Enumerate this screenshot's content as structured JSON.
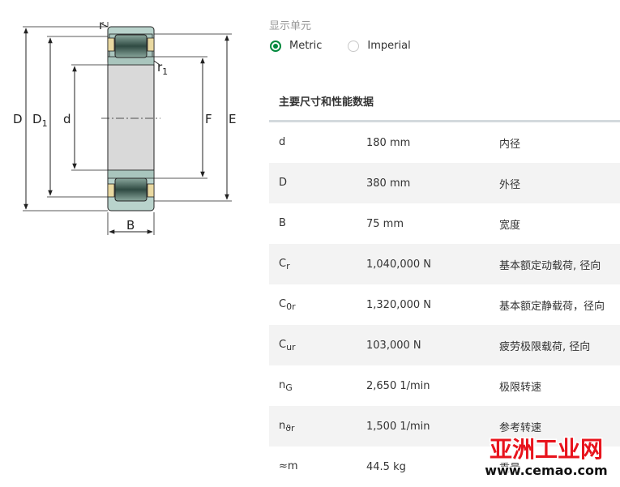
{
  "drawing": {
    "labels": {
      "D": "D",
      "D1_main": "D",
      "D1_sub": "1",
      "d": "d",
      "F": "F",
      "E": "E",
      "B": "B",
      "r": "r",
      "r1_main": "r",
      "r1_sub": "1"
    }
  },
  "units": {
    "title": "显示单元",
    "options": [
      {
        "label": "Metric",
        "selected": true
      },
      {
        "label": "Imperial",
        "selected": false
      }
    ]
  },
  "specs": {
    "title": "主要尺寸和性能数据",
    "rows": [
      {
        "sym_main": "d",
        "sym_sub": "",
        "value": "180 mm",
        "desc": "内径"
      },
      {
        "sym_main": "D",
        "sym_sub": "",
        "value": "380 mm",
        "desc": "外径"
      },
      {
        "sym_main": "B",
        "sym_sub": "",
        "value": "75 mm",
        "desc": "宽度"
      },
      {
        "sym_main": "C",
        "sym_sub": "r",
        "value": "1,040,000 N",
        "desc": "基本额定动载荷, 径向"
      },
      {
        "sym_main": "C",
        "sym_sub": "0r",
        "value": "1,320,000 N",
        "desc": "基本额定静载荷，径向"
      },
      {
        "sym_main": "C",
        "sym_sub": "ur",
        "value": "103,000 N",
        "desc": "疲劳极限载荷, 径向"
      },
      {
        "sym_main": "n",
        "sym_sub": "G",
        "value": "2,650 1/min",
        "desc": "极限转速"
      },
      {
        "sym_main": "n",
        "sym_sub": "ϑr",
        "value": "1,500 1/min",
        "desc": "参考转速"
      },
      {
        "sym_main": "≈m",
        "sym_sub": "",
        "value": "44.5 kg",
        "desc": "重量"
      }
    ]
  },
  "watermark": {
    "line1": "亚洲工业网",
    "line2": "www.cemao.com",
    "color_red": "#e8141d"
  }
}
